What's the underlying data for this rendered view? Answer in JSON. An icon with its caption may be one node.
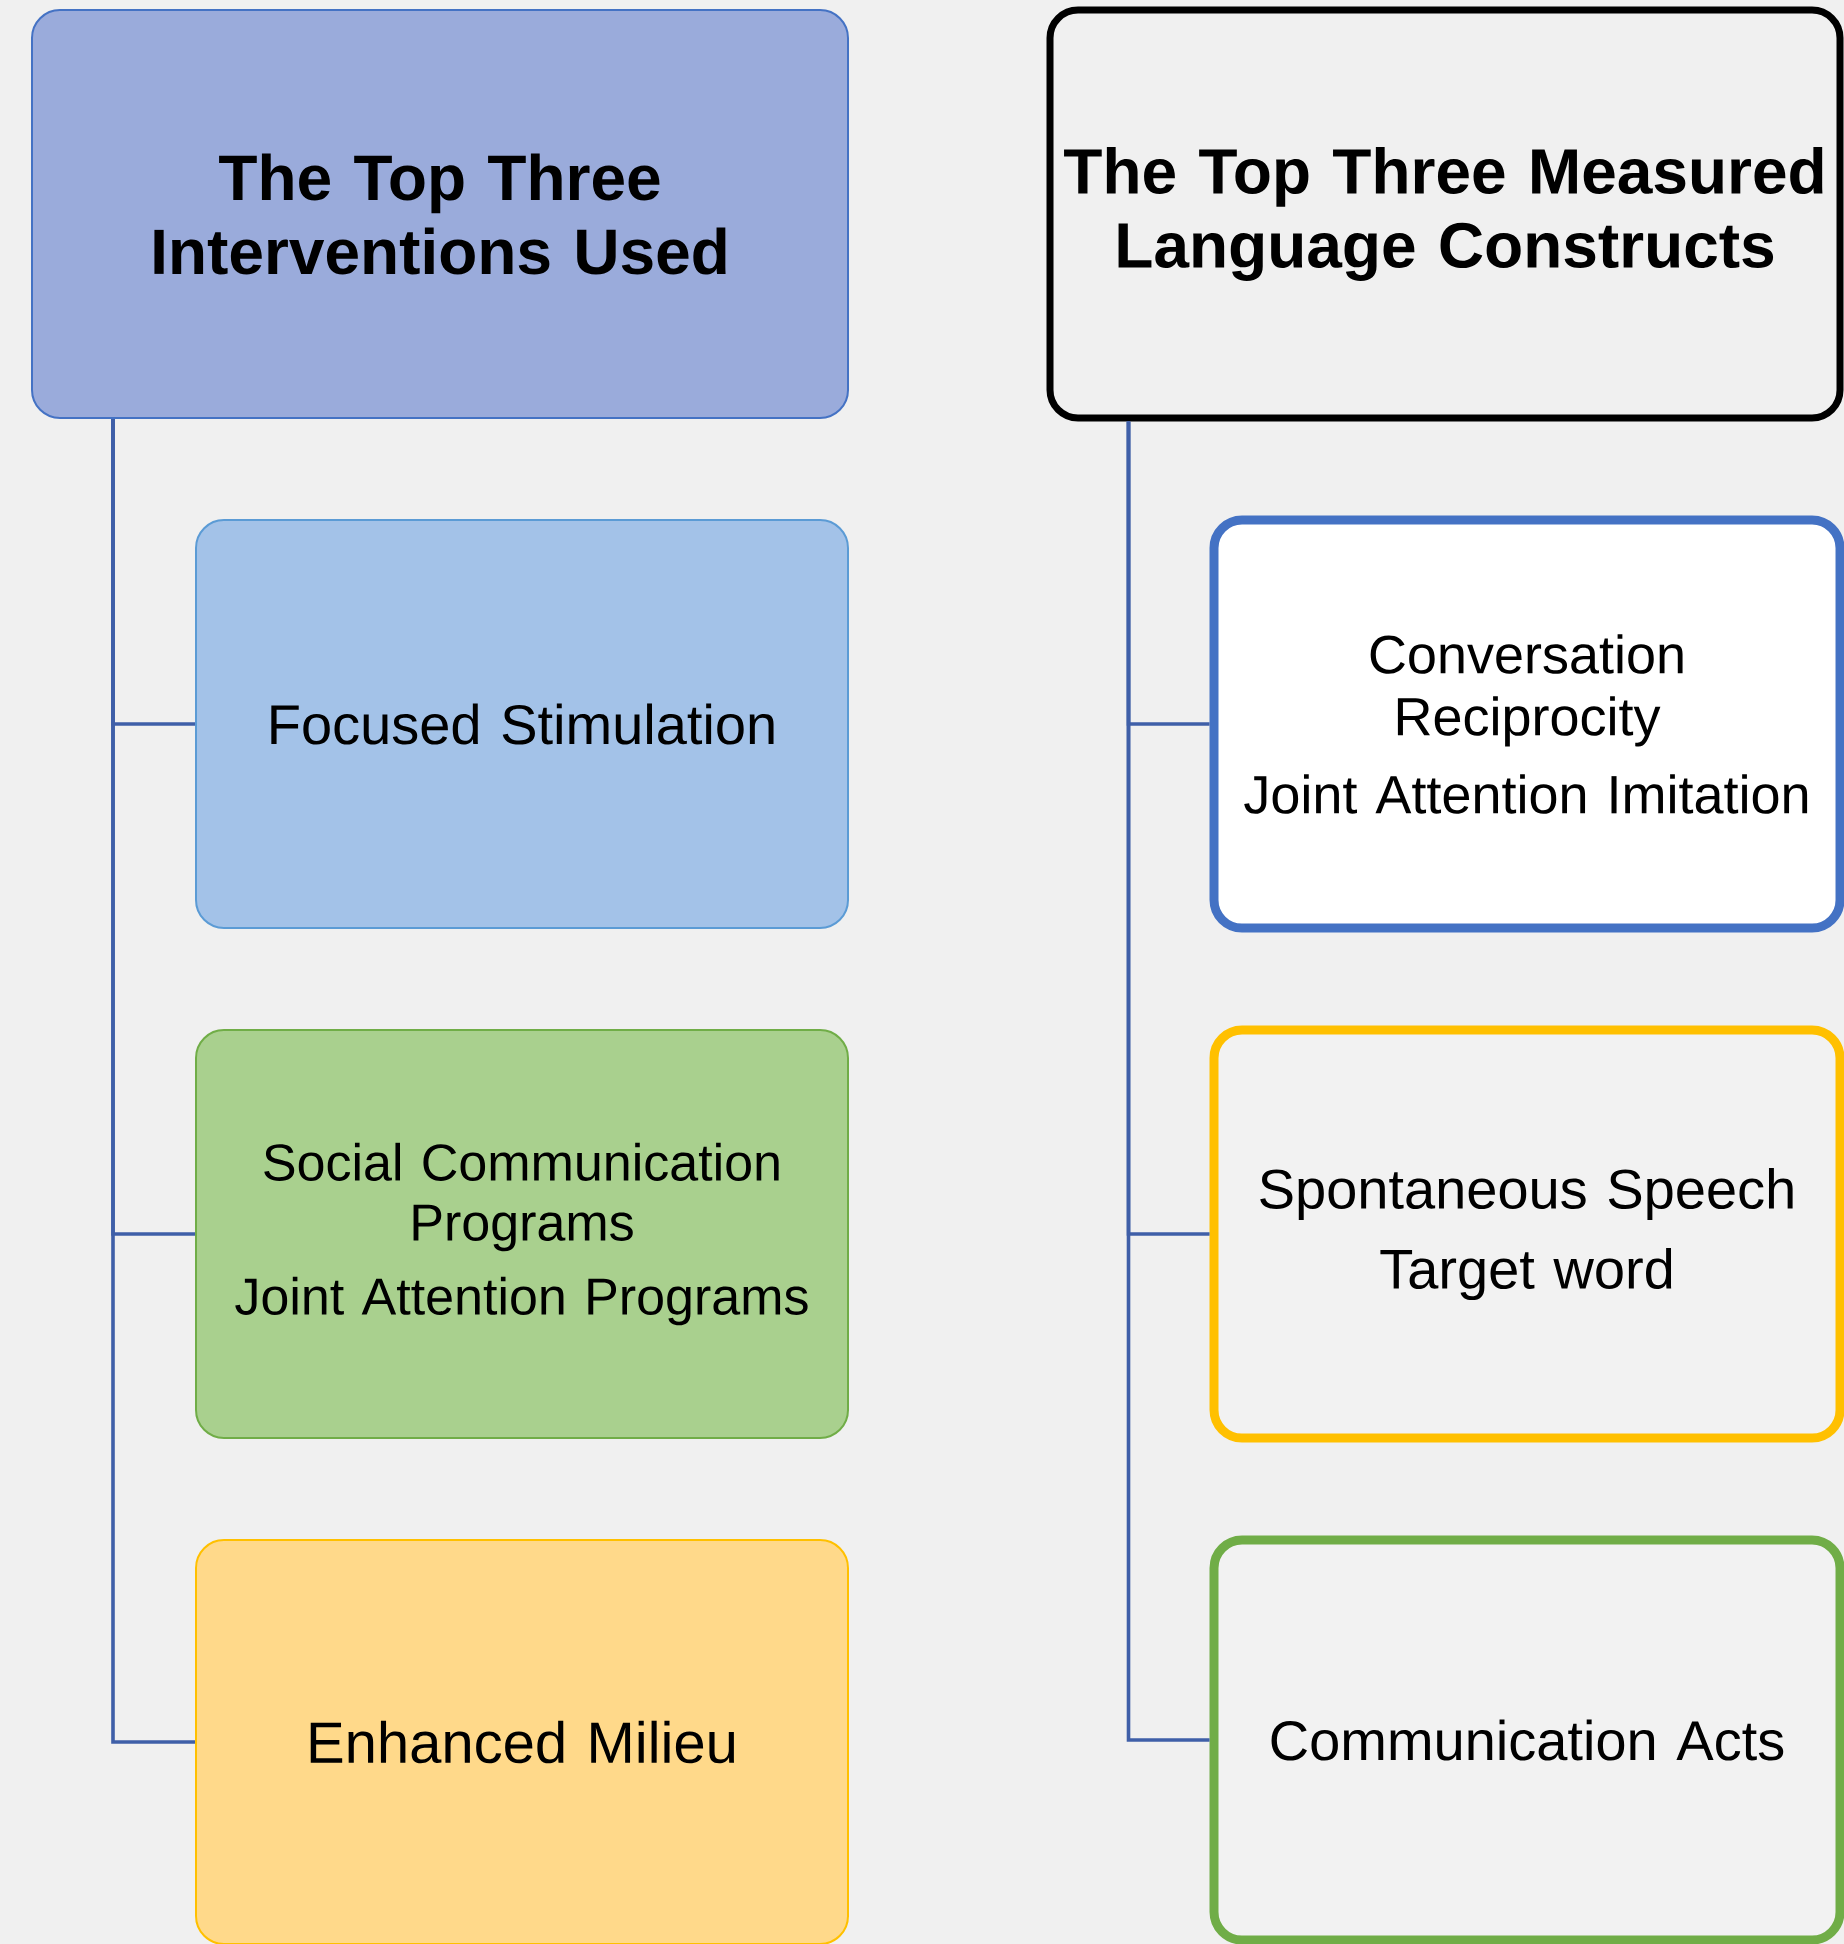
{
  "diagram": {
    "nodes": [
      {
        "text": [
          "The Top Three Interventions Used"
        ]
      },
      {
        "text": [
          "Focused Stimulation"
        ]
      },
      {
        "text": [
          "Social Communication Programs",
          "Joint Attention Programs"
        ]
      },
      {
        "text": [
          "Enhanced  Milieu"
        ]
      },
      {
        "text": [
          "The Top Three Measured Language Constructs"
        ]
      },
      {
        "text": [
          "Conversation Reciprocity",
          "Joint Attention Imitation"
        ]
      },
      {
        "text": [
          "Spontaneous Speech",
          "Target word"
        ]
      },
      {
        "text": [
          "Communication Acts"
        ]
      }
    ],
    "edges": [
      {
        "from": 0,
        "to": 1,
        "arrow": "none"
      },
      {
        "from": 0,
        "to": 2,
        "arrow": "none"
      },
      {
        "from": 0,
        "to": 3,
        "arrow": "none"
      },
      {
        "from": 4,
        "to": 5,
        "arrow": "none"
      },
      {
        "from": 4,
        "to": 6,
        "arrow": "none"
      },
      {
        "from": 4,
        "to": 7,
        "arrow": "none"
      }
    ]
  }
}
